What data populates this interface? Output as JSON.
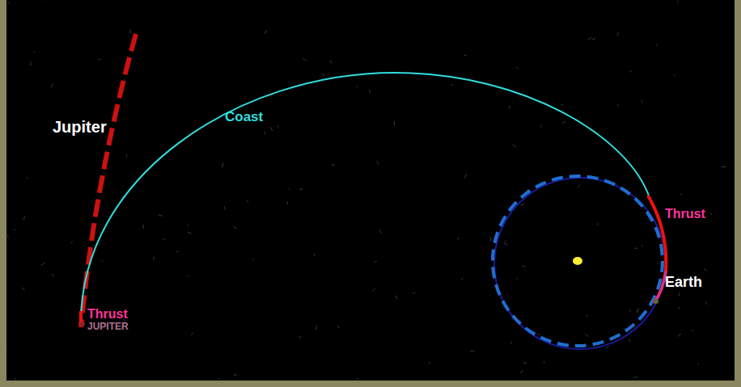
{
  "diagram": {
    "labels": [
      "Jupiter",
      "Coast",
      "Thrust",
      "Earth",
      "Thrust",
      "JUPITER"
    ]
  }
}
